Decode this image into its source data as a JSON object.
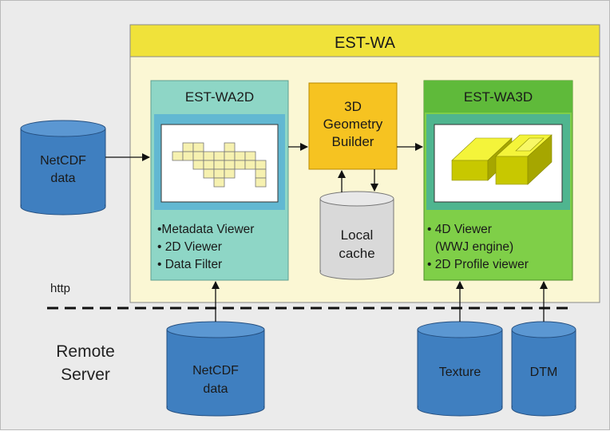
{
  "system": {
    "title": "EST-WA"
  },
  "wa2d": {
    "title": "EST-WA2D",
    "features": [
      "•Metadata Viewer",
      "• 2D Viewer",
      "• Data Filter"
    ]
  },
  "builder": {
    "line1": "3D",
    "line2": "Geometry",
    "line3": "Builder"
  },
  "cache": {
    "line1": "Local",
    "line2": "cache"
  },
  "wa3d": {
    "title": "EST-WA3D",
    "features": [
      "• 4D Viewer",
      "(WWJ engine)",
      "• 2D Profile viewer"
    ]
  },
  "local_netcdf": {
    "line1": "NetCDF",
    "line2": "data"
  },
  "remote_netcdf": {
    "line1": "NetCDF",
    "line2": "data"
  },
  "texture": {
    "label": "Texture"
  },
  "dtm": {
    "label": "DTM"
  },
  "http_label": "http",
  "remote_server": {
    "line1": "Remote",
    "line2": "Server"
  },
  "colors": {
    "header_yellow": "#f0e23a",
    "panel_cream": "#fbf7d4",
    "teal_panel": "#8ed6c6",
    "orange_builder": "#f6c321",
    "green_panel": "#7fcf48",
    "blue_db": "#3f7fc0",
    "gray_cache": "#d9d9d9"
  }
}
